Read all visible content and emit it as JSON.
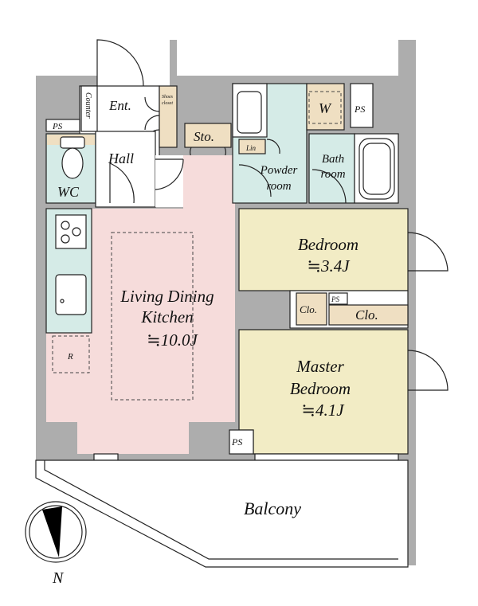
{
  "rooms": {
    "entrance": "Ent.",
    "counter": "Counter",
    "shoes_closet_1": "Shoes",
    "shoes_closet_2": "closet",
    "ps_left": "PS",
    "storage": "Sto.",
    "hall": "Hall",
    "wc": "WC",
    "linen": "Lin",
    "powder_room_1": "Powder",
    "powder_room_2": "room",
    "washer": "W",
    "ps_top_right": "PS",
    "bath_room_1": "Bath",
    "bath_room_2": "room",
    "bedroom": "Bedroom",
    "bedroom_size": "≒3.4J",
    "closet_1": "Clo.",
    "ps_mid": "PS",
    "closet_2": "Clo.",
    "ldk_1": "Living Dining",
    "ldk_2": "Kitchen",
    "ldk_size": "≒10.0J",
    "refrigerator": "R",
    "master_bedroom_1": "Master",
    "master_bedroom_2": "Bedroom",
    "master_bedroom_size": "≒4.1J",
    "ps_bottom": "PS",
    "balcony": "Balcony"
  },
  "compass": {
    "label": "N"
  },
  "colors": {
    "living": "#f6dcdb",
    "bedroom": "#f2ecc5",
    "wet": "#d5ebe7",
    "storage": "#efdfc2",
    "wall": "#adadad"
  }
}
